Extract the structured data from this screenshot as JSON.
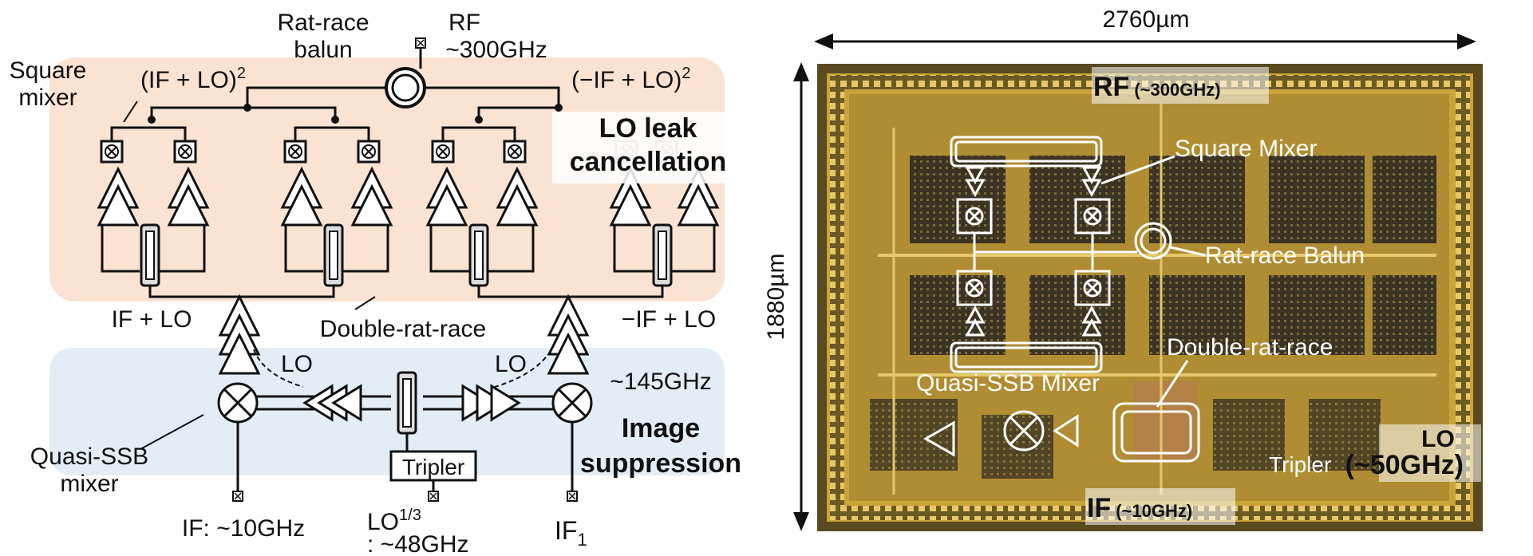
{
  "schematic": {
    "rf_label": "RF",
    "rf_freq": "~300GHz",
    "rat_race_balun": [
      "Rat-race",
      "balun"
    ],
    "square_mixer": [
      "Square",
      "mixer"
    ],
    "if_plus_lo_sq": "(IF + LO)",
    "neg_if_plus_lo_sq": "(−IF + LO)",
    "squared_sup": "2",
    "lo_leak": [
      "LO leak",
      "cancellation"
    ],
    "if_plus_lo": "IF + LO",
    "neg_if_plus_lo": "−IF + LO",
    "double_rat_race": "Double-rat-race",
    "lo_left": "LO",
    "lo_right": "LO",
    "freq_145": "~145GHz",
    "image_suppression": [
      "Image",
      "suppression"
    ],
    "quasi_ssb_mixer": [
      "Quasi-SSB",
      "mixer"
    ],
    "tripler": "Tripler",
    "if_port": "IF: ~10GHz",
    "lo_third": "LO",
    "lo_third_sup": "1/3",
    "lo_third_freq": ": ~48GHz",
    "if1": "IF",
    "if1_sub": "1"
  },
  "die_photo": {
    "width_label": "2760µm",
    "height_label": "1880µm",
    "rf": "RF",
    "rf_freq": "(~300GHz)",
    "square_mixer": "Square Mixer",
    "rat_race_balun": "Rat-race Balun",
    "double_rat_race": "Double-rat-race",
    "quasi_ssb_mixer": "Quasi-SSB Mixer",
    "tripler": "Tripler",
    "lo": "LO",
    "lo_freq": "(~50GHz)",
    "if": "IF",
    "if_freq": "(~10GHz)"
  },
  "colors": {
    "orange_region": "#fbe3d3",
    "blue_region": "#e3edf6",
    "chip_gold": "#c9a43a",
    "chip_dark": "#3b3323"
  }
}
